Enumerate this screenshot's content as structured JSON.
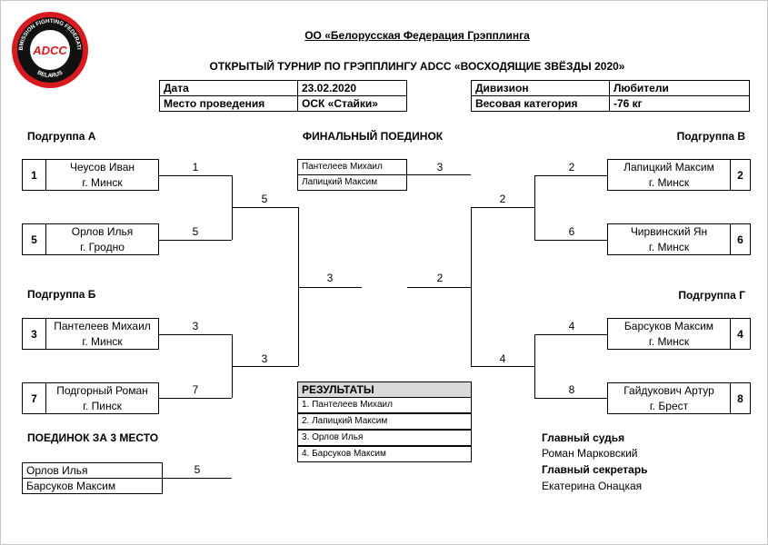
{
  "org": "ОО «Белорусская Федерация Грэпплинга",
  "tournament": "ОТКРЫТЫЙ ТУРНИР ПО ГРЭППЛИНГУ ADCC «ВОСХОДЯЩИЕ ЗВЁЗДЫ 2020»",
  "logo": {
    "center": "ADCC",
    "ring_top": "SUBMISSION FIGHTING FEDERATION",
    "ring_bottom": "BELARUS",
    "colors": {
      "red": "#d71920",
      "black": "#111111"
    }
  },
  "info_left": [
    {
      "label": "Дата",
      "value": "23.02.2020"
    },
    {
      "label": "Место проведения",
      "value": "ОСК «Стайки»"
    }
  ],
  "info_right": [
    {
      "label": "Дивизион",
      "value": "Любители"
    },
    {
      "label": "Весовая категория",
      "value": "-76 кг"
    }
  ],
  "groups": {
    "a": "Подгруппа А",
    "b": "Подгруппа Б",
    "v": "Подгруппа В",
    "g": "Подгруппа Г"
  },
  "players": {
    "p1": {
      "seed": "1",
      "name": "Чеусов Иван",
      "city": "г. Минск"
    },
    "p5": {
      "seed": "5",
      "name": "Орлов Илья",
      "city": "г. Гродно"
    },
    "p3": {
      "seed": "3",
      "name": "Пантелеев Михаил",
      "city": "г. Минск"
    },
    "p7": {
      "seed": "7",
      "name": "Подгорный Роман",
      "city": "г. Пинск"
    },
    "p2": {
      "seed": "2",
      "name": "Лапицкий Максим",
      "city": "г. Минск"
    },
    "p6": {
      "seed": "6",
      "name": "Чирвинский Ян",
      "city": "г. Минск"
    },
    "p4": {
      "seed": "4",
      "name": "Барсуков Максим",
      "city": "г. Минск"
    },
    "p8": {
      "seed": "8",
      "name": "Гайдукович Артур",
      "city": "г. Брест"
    }
  },
  "scores": {
    "a1": "1",
    "a2": "5",
    "a_win": "5",
    "b1": "3",
    "b2": "7",
    "b_win": "3",
    "left_final": "3",
    "right_final": "2",
    "v1": "2",
    "v2": "6",
    "v_win": "2",
    "g1": "4",
    "g2": "8",
    "g_win": "4",
    "final": "3",
    "third": "5"
  },
  "final": {
    "title": "ФИНАЛЬНЫЙ ПОЕДИНОК",
    "p1": "Пантелеев Михаил",
    "p2": "Лапицкий Максим"
  },
  "third": {
    "title": "ПОЕДИНОК ЗА 3 МЕСТО",
    "p1": "Орлов Илья",
    "p2": "Барсуков Максим"
  },
  "results": {
    "title": "РЕЗУЛЬТАТЫ",
    "items": [
      "1. Пантелеев Михаил",
      "2. Лапицкий Максим",
      "3. Орлов Илья",
      "4. Барсуков Максим"
    ]
  },
  "officials": {
    "judge_label": "Главный судья",
    "judge": "Роман Марковский",
    "secretary_label": "Главный секретарь",
    "secretary": "Екатерина Онацкая"
  }
}
